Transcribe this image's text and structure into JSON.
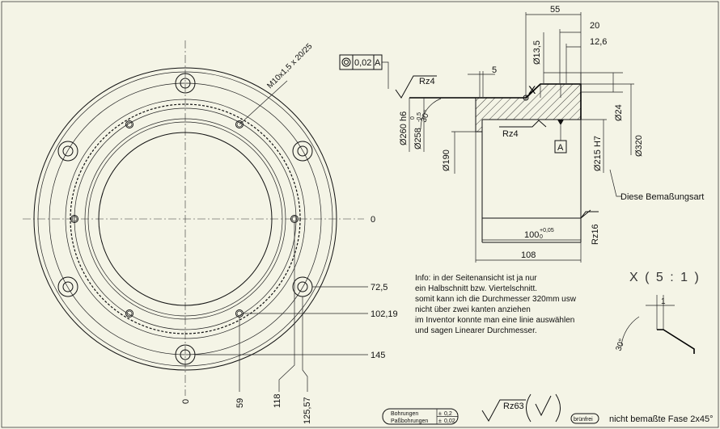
{
  "front_view": {
    "dims_right": [
      "0",
      "72,5",
      "102,19",
      "145"
    ],
    "dims_bottom": [
      "0",
      "59",
      "118",
      "125,57"
    ],
    "thread_callout": "M10x1,5 x 20/25"
  },
  "section_view": {
    "top_dims": [
      "55",
      "20",
      "12,6"
    ],
    "d_13_5": "Ø13,5",
    "dim_5": "5",
    "tolerance_frame": {
      "value": "0,02",
      "datum": "A"
    },
    "rz4_top": "Rz4",
    "rz4_inner": "Rz4",
    "datum_a": "A",
    "x_marker": "X",
    "angle_30": "30°",
    "d260": "Ø260 h6",
    "d258_main": "Ø258",
    "d258_upper": "0",
    "d258_lower": "-0,5",
    "d190": "Ø190",
    "d24": "Ø24",
    "d215": "Ø215 H7",
    "d320": "Ø320",
    "rz16": "Rz16",
    "dim_100_main": "100",
    "dim_100_upper": "+0,05",
    "dim_100_lower": "0",
    "dim_108": "108",
    "leader_note": "Diese Bemaßungsart"
  },
  "info_text": [
    "Info: in der Seitenansicht ist ja nur",
    "ein Halbschnitt bzw. Viertelschnitt.",
    "somit kann ich die Durchmesser 320mm usw",
    "nicht über zwei kanten anziehen",
    "im Inventor konnte man eine linie auswählen",
    "und sagen Linearer Durchmesser."
  ],
  "detail": {
    "title": "X ( 5 : 1 )",
    "dim_1": "1",
    "angle": "30°"
  },
  "legend": {
    "row1": "Bohrungen",
    "row2": "Paßbohrungen",
    "val1": "0,2",
    "val2": "0,02"
  },
  "surface_general": "Rz63",
  "burr_label": "brünfrei",
  "chamfer_note": "nicht bemaßte Fase 2x45°"
}
